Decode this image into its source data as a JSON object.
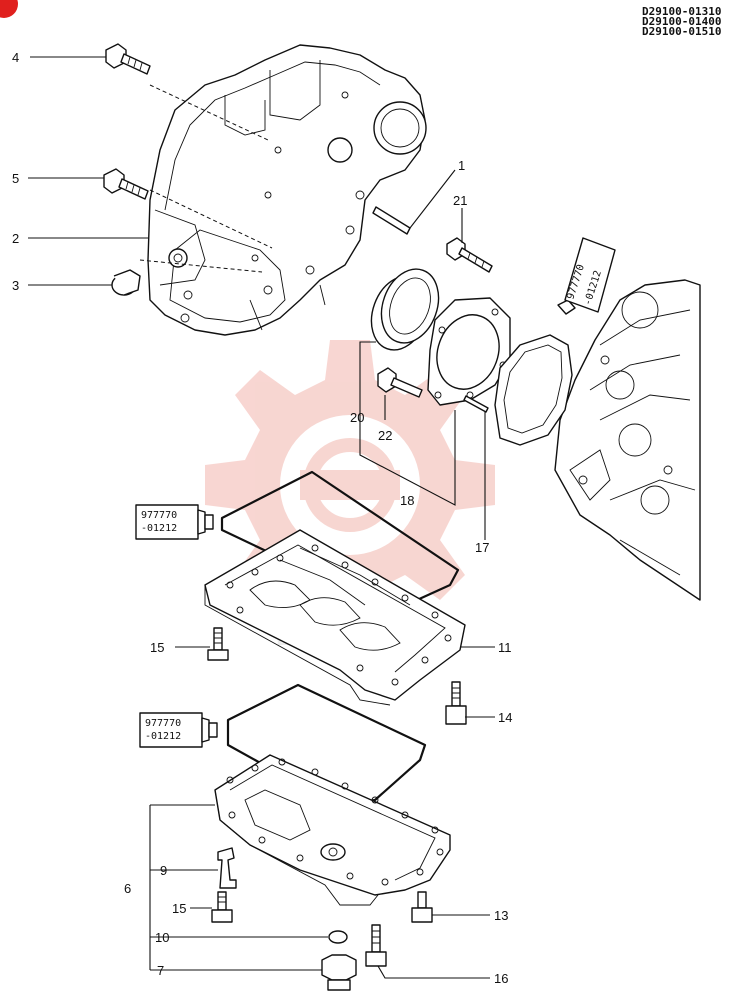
{
  "part_numbers": [
    "D29100-01310",
    "D29100-01400",
    "D29100-01510"
  ],
  "callouts": {
    "c1": "1",
    "c2": "2",
    "c3": "3",
    "c4": "4",
    "c5": "5",
    "c6": "6",
    "c7": "7",
    "c9": "9",
    "c10": "10",
    "c11": "11",
    "c13": "13",
    "c14": "14",
    "c15a": "15",
    "c15b": "15",
    "c16": "16",
    "c17": "17",
    "c18": "18",
    "c20": "20",
    "c21": "21",
    "c22": "22"
  },
  "sealant_tubes": [
    {
      "line1": "977770",
      "line2": "-01212"
    },
    {
      "line1": "977770",
      "line2": "-01212"
    },
    {
      "line1": "977770",
      "line2": "-01212"
    }
  ],
  "badge_color": "#e0201e",
  "watermark_color": "#f6c9c4"
}
